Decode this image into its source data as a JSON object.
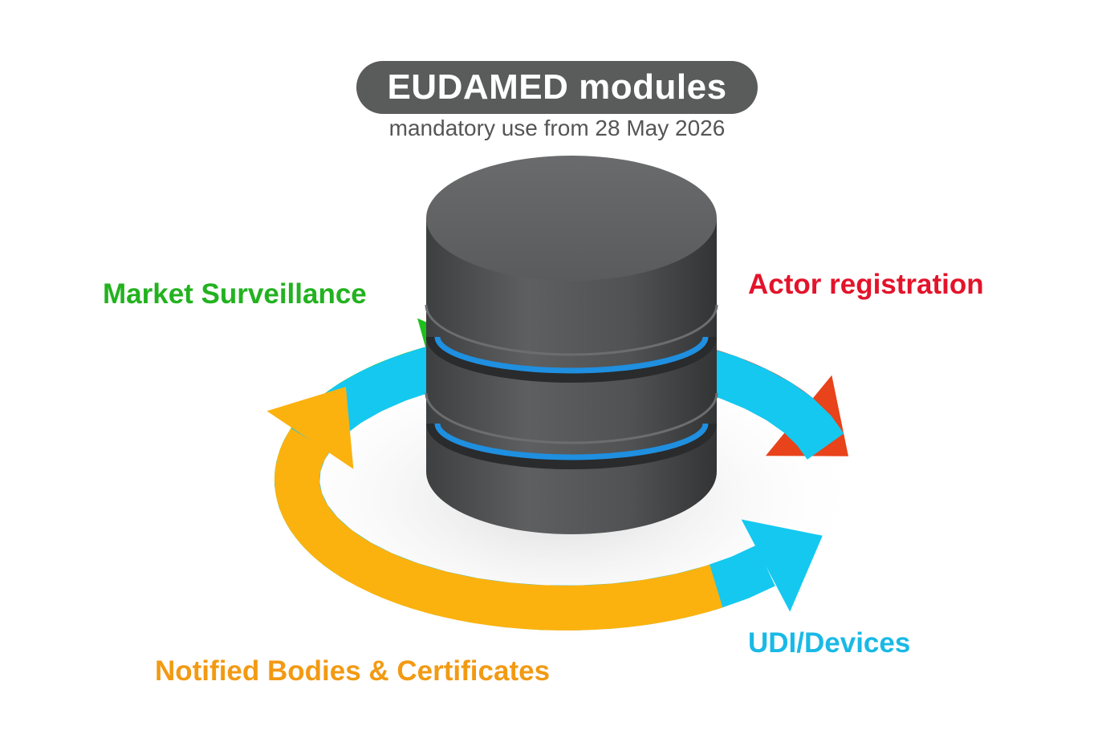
{
  "title": "EUDAMED modules",
  "subtitle": "mandatory use from 28 May 2026",
  "modules": [
    {
      "name": "Market Surveillance",
      "color": "#22b21f"
    },
    {
      "name": "Actor registration",
      "color": "#e3132a"
    },
    {
      "name": "UDI/Devices",
      "color": "#19b9e6"
    },
    {
      "name": "Notified Bodies & Certificates",
      "color": "#f29a13"
    }
  ],
  "arrow_colors": {
    "green": "#1fbf1c",
    "red": "#e8431a",
    "blue": "#14c8f0",
    "orange": "#fbb20f"
  },
  "icons": [
    "database-icon",
    "cycle-arrows-icon"
  ]
}
